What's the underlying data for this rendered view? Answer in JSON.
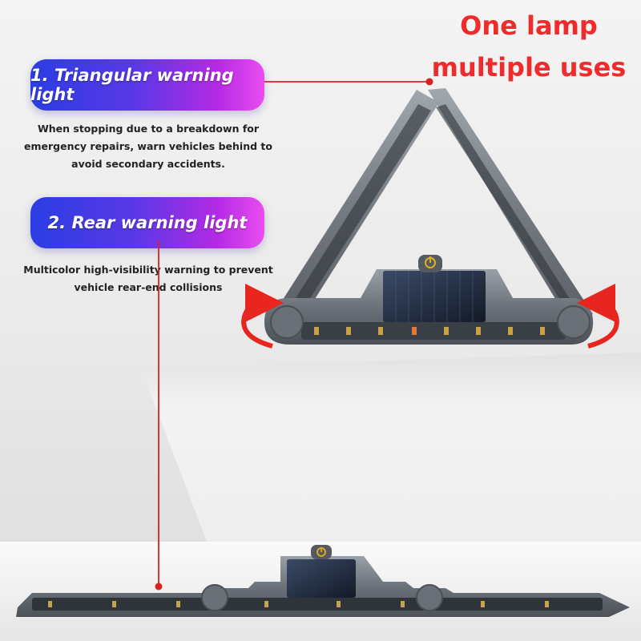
{
  "headline": {
    "line1": "One lamp",
    "line2": "multiple uses",
    "color": "#ef2b2b"
  },
  "features": [
    {
      "title": "1. Triangular warning light",
      "description_lines": [
        "When stopping due to a breakdown for",
        "emergency repairs, warn vehicles behind to",
        "avoid secondary accidents."
      ]
    },
    {
      "title": "2. Rear warning light",
      "description_lines": [
        "Multicolor high-visibility warning to prevent",
        "vehicle rear-end collisions"
      ]
    }
  ],
  "colors": {
    "pill_start": "#2b3ee4",
    "pill_end": "#e94df0",
    "leader_line": "#d92323",
    "arrow": "#e8261f"
  },
  "icons": [
    "power-icon",
    "rotate-arrow-icon"
  ]
}
